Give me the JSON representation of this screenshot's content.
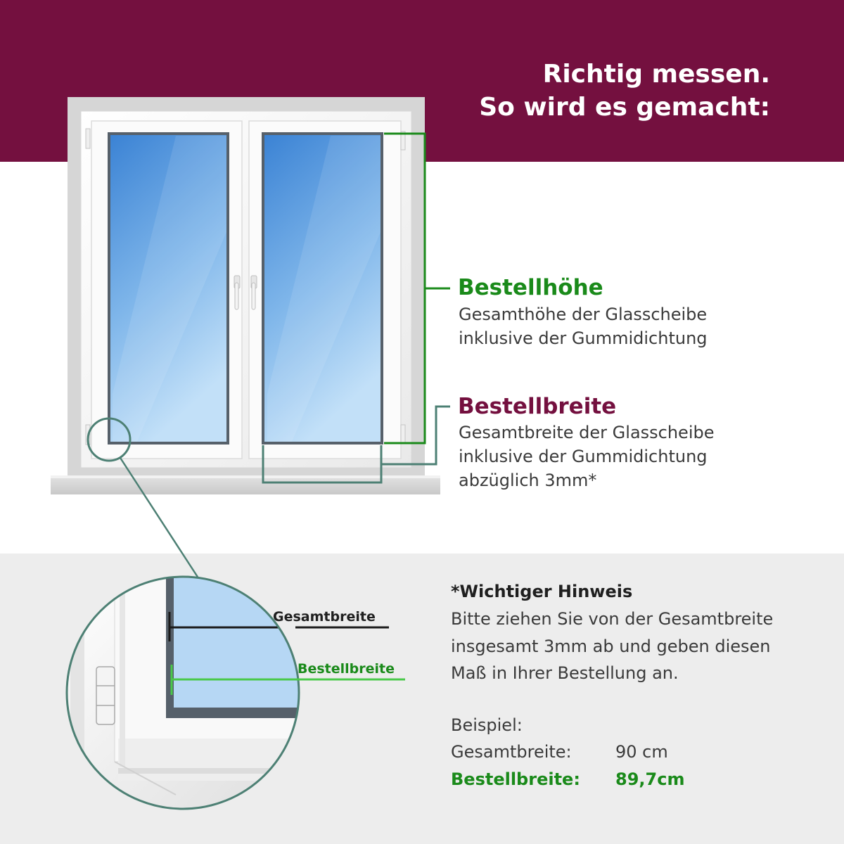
{
  "colors": {
    "maroon": "#74103f",
    "green": "#1a8a1a",
    "bright_green": "#49c949",
    "teal_outline": "#4d8074",
    "gray_background": "#ededed",
    "glass_top": "#3f86d6",
    "glass_bottom": "#bcdcf6",
    "frame_white": "#f8f8f8",
    "gasket_gray": "#5b6570"
  },
  "header": {
    "title_line1": "Richtig messen.",
    "title_line2": "So wird es gemacht:"
  },
  "height_info": {
    "heading": "Bestellhöhe",
    "line1": "Gesamthöhe der Glasscheibe",
    "line2": "inklusive der Gummidichtung"
  },
  "width_info": {
    "heading": "Bestellbreite",
    "line1": "Gesamtbreite der Glasscheibe",
    "line2": "inklusive der Gummidichtung",
    "line3": "abzüglich 3mm*"
  },
  "detail": {
    "label_total_width": "Gesamtbreite",
    "label_order_width": "Bestellbreite"
  },
  "note": {
    "heading": "*Wichtiger Hinweis",
    "line1": "Bitte ziehen Sie von der Gesamtbreite",
    "line2": "insgesamt 3mm ab und geben diesen",
    "line3": "Maß in Ihrer Bestellung an.",
    "example_label": "Beispiel:",
    "example_total_label": "Gesamtbreite:",
    "example_total_value": "90 cm",
    "example_order_label": "Bestellbreite:",
    "example_order_value": "89,7cm"
  }
}
